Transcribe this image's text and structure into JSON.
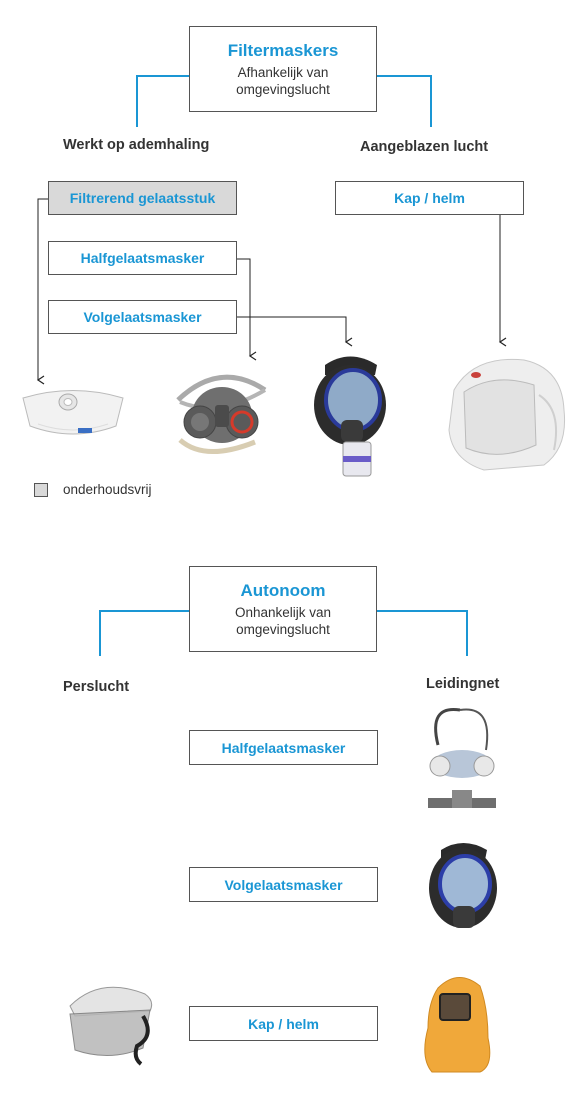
{
  "top": {
    "title": "Filtermaskers",
    "subtitle_1": "Afhankelijk van",
    "subtitle_2": "omgevingslucht",
    "left_category": "Werkt op ademhaling",
    "right_category": "Aangeblazen lucht",
    "boxes": {
      "filtrerend": "Filtrerend gelaatsstuk",
      "kap_helm": "Kap / helm",
      "halfgelaats": "Halfgelaatsmasker",
      "volgelaats": "Volgelaatsmasker"
    },
    "legend": "onderhoudsvrij"
  },
  "bottom": {
    "title": "Autonoom",
    "subtitle_1": "Onhankelijk van",
    "subtitle_2": "omgevingslucht",
    "left_category": "Perslucht",
    "right_category": "Leidingnet",
    "boxes": {
      "halfgelaats": "Halfgelaatsmasker",
      "volgelaats": "Volgelaatsmasker",
      "kap_helm": "Kap / helm"
    }
  },
  "colors": {
    "accent": "#1a96d4",
    "box_gray": "#d9d9d9",
    "border": "#555555"
  },
  "icons": [
    "dust-mask-icon",
    "half-mask-icon",
    "full-face-mask-icon",
    "hood-icon",
    "airline-half-mask-icon",
    "airline-full-face-mask-icon",
    "airline-helmet-icon",
    "airline-hood-icon"
  ]
}
